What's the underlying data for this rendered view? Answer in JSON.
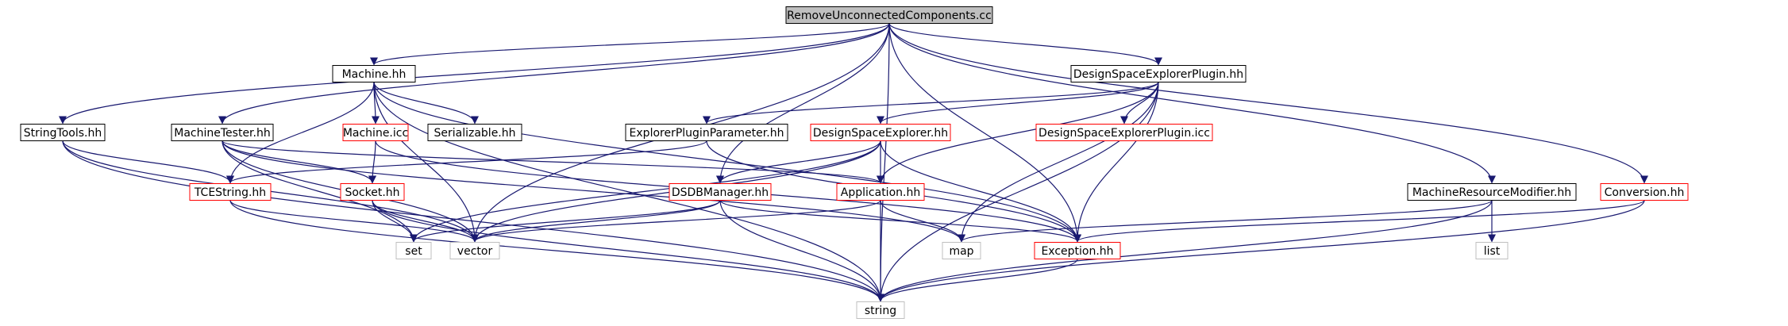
{
  "colors": {
    "edge": "#191970",
    "border_default": "#000000",
    "border_truncated": "#ff0000",
    "border_external": "#bfbfbf",
    "root_fill": "#bfbfbf",
    "fill": "#ffffff",
    "text": "#000000"
  },
  "nodes": [
    {
      "id": "root",
      "label": "RemoveUnconnectedComponents.cc",
      "style": "root"
    },
    {
      "id": "machine_hh",
      "label": "Machine.hh",
      "style": "default"
    },
    {
      "id": "dsep_hh",
      "label": "DesignSpaceExplorerPlugin.hh",
      "style": "default"
    },
    {
      "id": "stringtools_hh",
      "label": "StringTools.hh",
      "style": "default"
    },
    {
      "id": "machinetester_hh",
      "label": "MachineTester.hh",
      "style": "default"
    },
    {
      "id": "machine_icc",
      "label": "Machine.icc",
      "style": "truncated"
    },
    {
      "id": "serializable_hh",
      "label": "Serializable.hh",
      "style": "default"
    },
    {
      "id": "epp_hh",
      "label": "ExplorerPluginParameter.hh",
      "style": "default"
    },
    {
      "id": "dse_hh",
      "label": "DesignSpaceExplorer.hh",
      "style": "truncated"
    },
    {
      "id": "dsep_icc",
      "label": "DesignSpaceExplorerPlugin.icc",
      "style": "truncated"
    },
    {
      "id": "tcestring_hh",
      "label": "TCEString.hh",
      "style": "truncated"
    },
    {
      "id": "socket_hh",
      "label": "Socket.hh",
      "style": "truncated"
    },
    {
      "id": "dsdb_hh",
      "label": "DSDBManager.hh",
      "style": "truncated"
    },
    {
      "id": "application_hh",
      "label": "Application.hh",
      "style": "truncated"
    },
    {
      "id": "mrm_hh",
      "label": "MachineResourceModifier.hh",
      "style": "default"
    },
    {
      "id": "conversion_hh",
      "label": "Conversion.hh",
      "style": "truncated"
    },
    {
      "id": "set",
      "label": "set",
      "style": "external"
    },
    {
      "id": "vector",
      "label": "vector",
      "style": "external"
    },
    {
      "id": "map",
      "label": "map",
      "style": "external"
    },
    {
      "id": "exception_hh",
      "label": "Exception.hh",
      "style": "truncated"
    },
    {
      "id": "list",
      "label": "list",
      "style": "external"
    },
    {
      "id": "string",
      "label": "string",
      "style": "external"
    }
  ],
  "edges": [
    [
      "root",
      "machine_hh"
    ],
    [
      "root",
      "dsep_hh"
    ],
    [
      "root",
      "stringtools_hh"
    ],
    [
      "root",
      "machinetester_hh"
    ],
    [
      "root",
      "vector"
    ],
    [
      "root",
      "dsdb_hh"
    ],
    [
      "root",
      "exception_hh"
    ],
    [
      "root",
      "mrm_hh"
    ],
    [
      "root",
      "conversion_hh"
    ],
    [
      "root",
      "string"
    ],
    [
      "machine_hh",
      "machine_icc"
    ],
    [
      "machine_hh",
      "serializable_hh"
    ],
    [
      "machine_hh",
      "tcestring_hh"
    ],
    [
      "machine_hh",
      "vector"
    ],
    [
      "machine_hh",
      "exception_hh"
    ],
    [
      "machine_hh",
      "string"
    ],
    [
      "machine_icc",
      "socket_hh"
    ],
    [
      "machine_icc",
      "exception_hh"
    ],
    [
      "dsep_hh",
      "epp_hh"
    ],
    [
      "dsep_hh",
      "dse_hh"
    ],
    [
      "dsep_hh",
      "dsep_icc"
    ],
    [
      "dsep_hh",
      "application_hh"
    ],
    [
      "dsep_hh",
      "map"
    ],
    [
      "dsep_hh",
      "exception_hh"
    ],
    [
      "dsep_hh",
      "string"
    ],
    [
      "stringtools_hh",
      "tcestring_hh"
    ],
    [
      "stringtools_hh",
      "vector"
    ],
    [
      "stringtools_hh",
      "string"
    ],
    [
      "machinetester_hh",
      "socket_hh"
    ],
    [
      "machinetester_hh",
      "set"
    ],
    [
      "machinetester_hh",
      "vector"
    ],
    [
      "machinetester_hh",
      "application_hh"
    ],
    [
      "machinetester_hh",
      "map"
    ],
    [
      "epp_hh",
      "tcestring_hh"
    ],
    [
      "epp_hh",
      "exception_hh"
    ],
    [
      "dse_hh",
      "dsdb_hh"
    ],
    [
      "dse_hh",
      "application_hh"
    ],
    [
      "dse_hh",
      "set"
    ],
    [
      "dse_hh",
      "vector"
    ],
    [
      "dse_hh",
      "exception_hh"
    ],
    [
      "tcestring_hh",
      "vector"
    ],
    [
      "tcestring_hh",
      "string"
    ],
    [
      "socket_hh",
      "set"
    ],
    [
      "socket_hh",
      "vector"
    ],
    [
      "socket_hh",
      "string"
    ],
    [
      "dsdb_hh",
      "set"
    ],
    [
      "dsdb_hh",
      "vector"
    ],
    [
      "dsdb_hh",
      "exception_hh"
    ],
    [
      "dsdb_hh",
      "string"
    ],
    [
      "application_hh",
      "vector"
    ],
    [
      "application_hh",
      "map"
    ],
    [
      "application_hh",
      "string"
    ],
    [
      "mrm_hh",
      "list"
    ],
    [
      "mrm_hh",
      "map"
    ],
    [
      "mrm_hh",
      "string"
    ],
    [
      "conversion_hh",
      "exception_hh"
    ],
    [
      "conversion_hh",
      "string"
    ],
    [
      "exception_hh",
      "string"
    ]
  ]
}
